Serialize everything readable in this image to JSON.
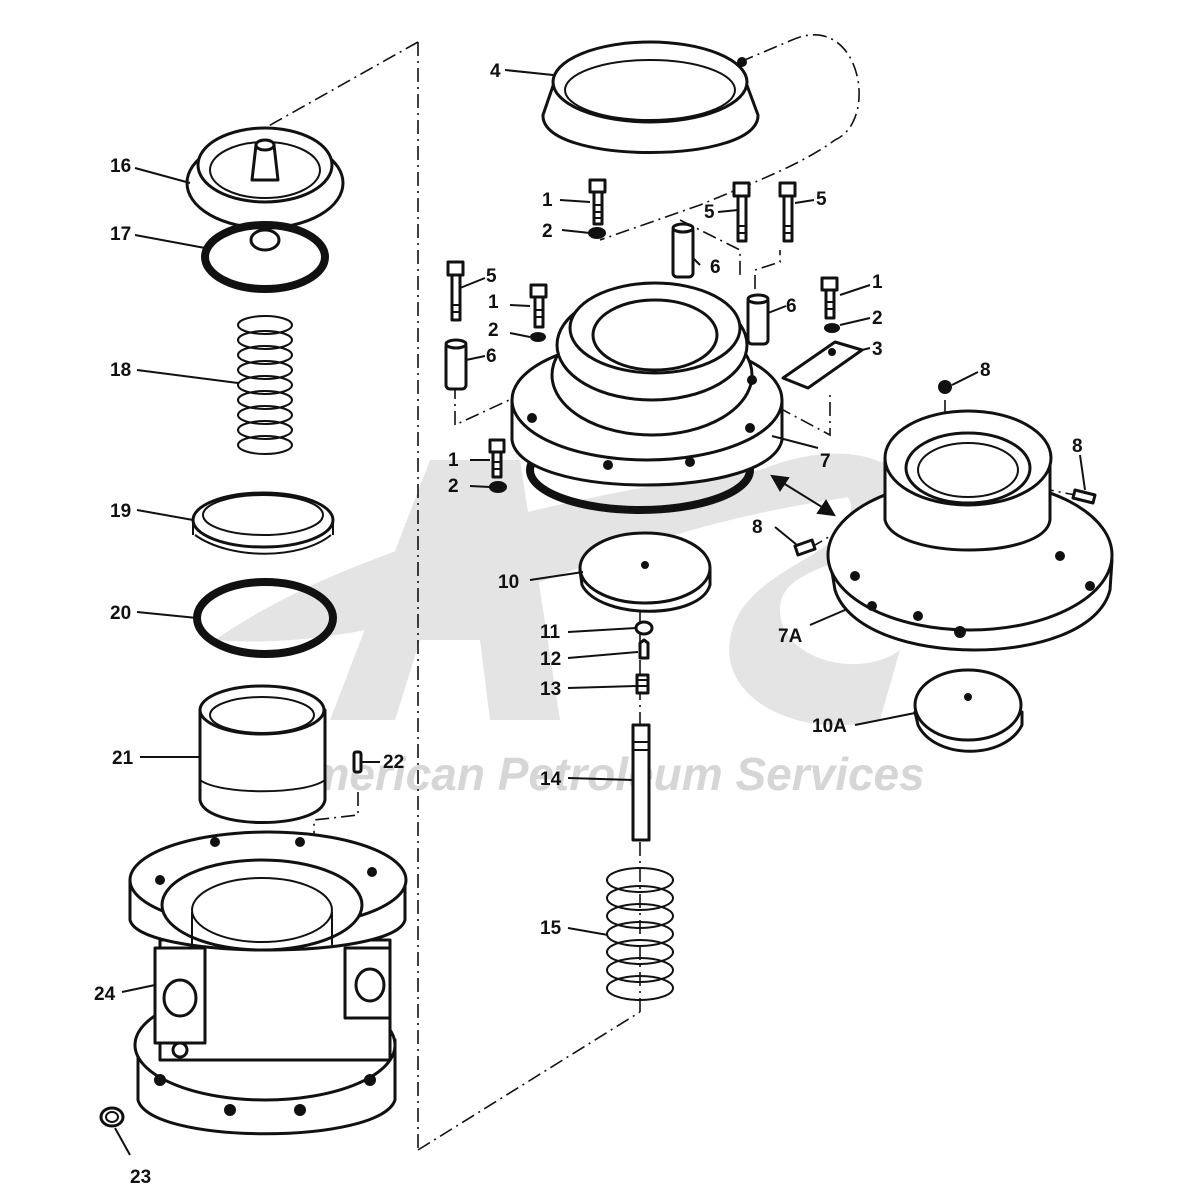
{
  "watermark": {
    "company": "American Petroleum Services",
    "logo_icon": "aps-swoosh-logo"
  },
  "parts": [
    {
      "id": "p1a",
      "label": "1"
    },
    {
      "id": "p1b",
      "label": "1"
    },
    {
      "id": "p1c",
      "label": "1"
    },
    {
      "id": "p1d",
      "label": "1"
    },
    {
      "id": "p2a",
      "label": "2"
    },
    {
      "id": "p2b",
      "label": "2"
    },
    {
      "id": "p2c",
      "label": "2"
    },
    {
      "id": "p2d",
      "label": "2"
    },
    {
      "id": "p3",
      "label": "3"
    },
    {
      "id": "p4",
      "label": "4"
    },
    {
      "id": "p5a",
      "label": "5"
    },
    {
      "id": "p5b",
      "label": "5"
    },
    {
      "id": "p5c",
      "label": "5"
    },
    {
      "id": "p6a",
      "label": "6"
    },
    {
      "id": "p6b",
      "label": "6"
    },
    {
      "id": "p6c",
      "label": "6"
    },
    {
      "id": "p7",
      "label": "7"
    },
    {
      "id": "p7a",
      "label": "7A"
    },
    {
      "id": "p8a",
      "label": "8"
    },
    {
      "id": "p8b",
      "label": "8"
    },
    {
      "id": "p8c",
      "label": "8"
    },
    {
      "id": "p10",
      "label": "10"
    },
    {
      "id": "p10a",
      "label": "10A"
    },
    {
      "id": "p11",
      "label": "11"
    },
    {
      "id": "p12",
      "label": "12"
    },
    {
      "id": "p13",
      "label": "13"
    },
    {
      "id": "p14",
      "label": "14"
    },
    {
      "id": "p15",
      "label": "15"
    },
    {
      "id": "p16",
      "label": "16"
    },
    {
      "id": "p17",
      "label": "17"
    },
    {
      "id": "p18",
      "label": "18"
    },
    {
      "id": "p19",
      "label": "19"
    },
    {
      "id": "p20",
      "label": "20"
    },
    {
      "id": "p21",
      "label": "21"
    },
    {
      "id": "p22",
      "label": "22"
    },
    {
      "id": "p23",
      "label": "23"
    },
    {
      "id": "p24",
      "label": "24"
    }
  ]
}
